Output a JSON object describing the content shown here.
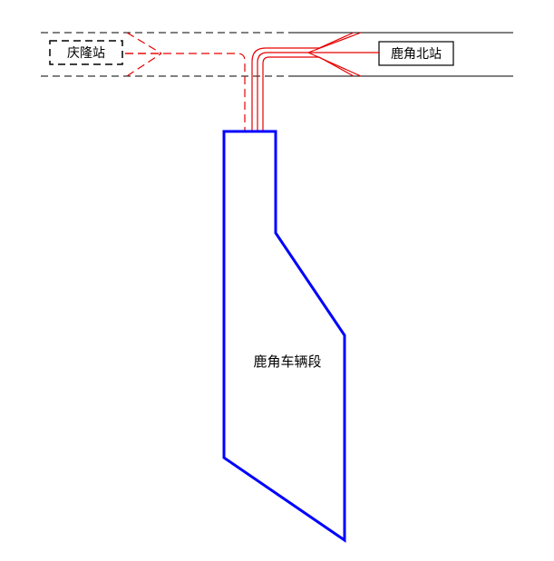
{
  "stations": {
    "left": {
      "label": "庆隆站",
      "status": "planned"
    },
    "right": {
      "label": "鹿角北站",
      "status": "existing"
    }
  },
  "depot": {
    "label": "鹿角车辆段"
  },
  "colors": {
    "track": "#e60000",
    "depot_outline": "#0000ff",
    "line_edges": "#000000"
  }
}
